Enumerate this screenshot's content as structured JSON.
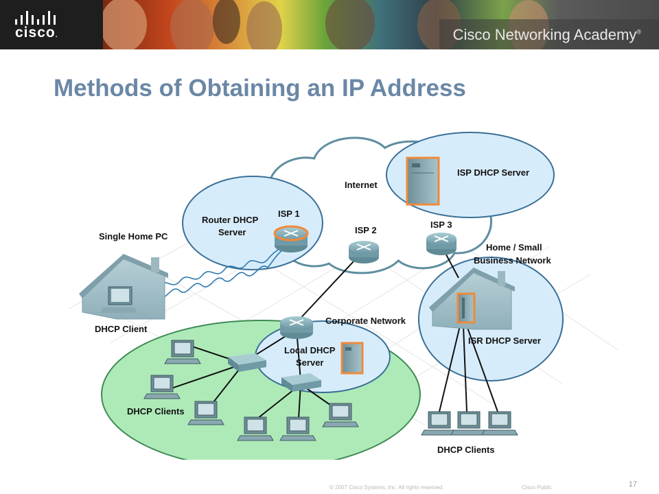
{
  "header": {
    "logo_text": "cisco",
    "academy_text": "Cisco Networking Academy",
    "academy_mark": "®"
  },
  "slide": {
    "title": "Methods of Obtaining an IP Address"
  },
  "diagram": {
    "labels": {
      "internet": "Internet",
      "isp_dhcp_server": "ISP DHCP Server",
      "router_dhcp_server_line1": "Router DHCP",
      "router_dhcp_server_line2": "Server",
      "isp1": "ISP 1",
      "isp2": "ISP 2",
      "isp3": "ISP 3",
      "single_home_pc": "Single Home PC",
      "home_small_business_line1": "Home / Small",
      "home_small_business_line2": "Business Network",
      "dhcp_client": "DHCP Client",
      "corporate_network": "Corporate Network",
      "local_dhcp_server_line1": "Local DHCP",
      "local_dhcp_server_line2": "Server",
      "isr_dhcp_server": "ISR DHCP Server",
      "dhcp_clients_corporate": "DHCP Clients",
      "dhcp_clients_isr": "DHCP Clients"
    },
    "colors": {
      "cloud": "#ffffff",
      "cloud_outline": "#5f8ea0",
      "blue_zone": "#d7ecfa",
      "blue_zone_outline": "#3a6f96",
      "green_zone": "#aeeab8",
      "green_zone_outline": "#3f8a55",
      "server_highlight": "#f08a3a",
      "device_body": "#6f9aa6"
    }
  },
  "footer": {
    "copyright": "© 2007 Cisco Systems, Inc. All rights reserved.",
    "classification": "Cisco Public",
    "page_number": "17"
  }
}
